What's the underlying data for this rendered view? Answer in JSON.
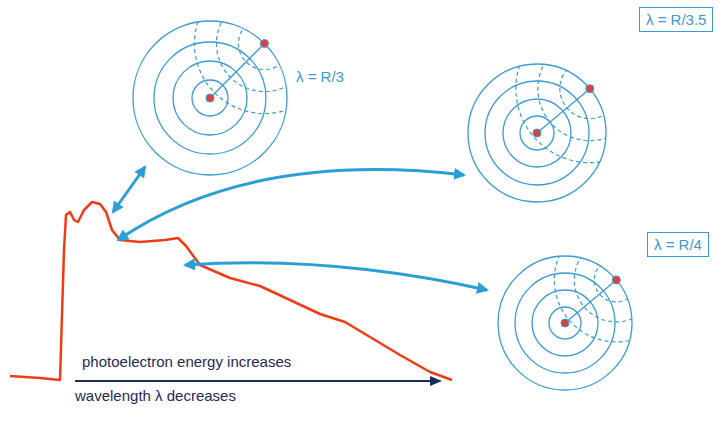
{
  "diagram": {
    "nodes": [
      {
        "text": [
          "photoelectron energy increases",
          "wavelength λ decreases"
        ]
      },
      {
        "text": [
          "λ = R/3"
        ]
      },
      {
        "text": [
          "λ = R/3.5"
        ]
      },
      {
        "text": [
          "λ = R/4"
        ]
      }
    ],
    "edges": [
      {
        "from": 0,
        "to": 1,
        "arrow": "both"
      },
      {
        "from": 0,
        "to": 2,
        "arrow": "both"
      },
      {
        "from": 0,
        "to": 3,
        "arrow": "both"
      }
    ]
  }
}
